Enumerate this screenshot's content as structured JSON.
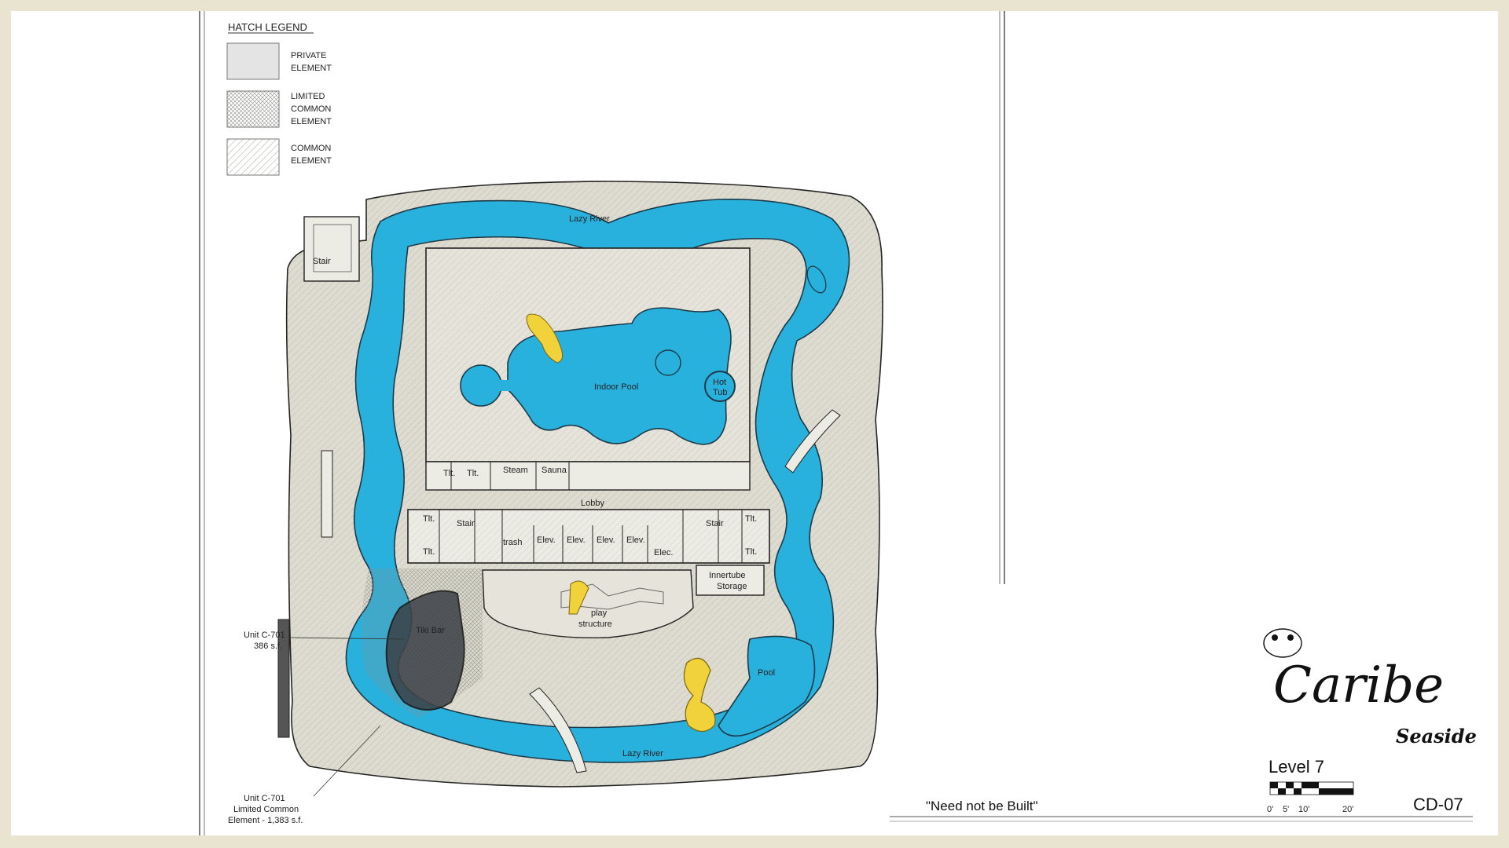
{
  "legend": {
    "title": "HATCH LEGEND",
    "items": [
      {
        "line1": "PRIVATE",
        "line2": "ELEMENT",
        "line3": ""
      },
      {
        "line1": "LIMITED",
        "line2": "COMMON",
        "line3": "ELEMENT"
      },
      {
        "line1": "COMMON",
        "line2": "ELEMENT",
        "line3": ""
      }
    ]
  },
  "plan": {
    "labels": {
      "lazy_river_top": "Lazy River",
      "lazy_river_bottom": "Lazy River",
      "stair_nw": "Stair",
      "indoor_pool": "Indoor Pool",
      "hot_tub_1": "Hot",
      "hot_tub_2": "Tub",
      "tlt_a": "Tlt.",
      "tlt_b": "Tlt.",
      "steam": "Steam",
      "sauna": "Sauna",
      "lobby": "Lobby",
      "tlt_c": "Tlt.",
      "tlt_d": "Tlt.",
      "stair_w": "Stair",
      "trash": "trash",
      "elev_1": "Elev.",
      "elev_2": "Elev.",
      "elev_3": "Elev.",
      "elev_4": "Elev.",
      "elec": "Elec.",
      "stair_e": "Stair",
      "tlt_e": "Tlt.",
      "tlt_f": "Tlt.",
      "innertube_1": "Innertube",
      "innertube_2": "Storage",
      "play_1": "play",
      "play_2": "structure",
      "tiki_bar": "Tiki Bar",
      "pool": "Pool"
    },
    "callouts": {
      "unit_line1": "Unit C-701",
      "unit_line2": "386 s.f.",
      "lce_line1": "Unit C-701",
      "lce_line2": "Limited Common",
      "lce_line3": "Element - 1,383 s.f."
    }
  },
  "title_block": {
    "logo_main": "Caribe",
    "logo_sub": "Seaside",
    "level": "Level 7",
    "scale_labels": [
      "0'",
      "5'",
      "10'",
      "20'"
    ],
    "sheet_number": "CD-07",
    "note": "\"Need not be Built\""
  },
  "colors": {
    "water": "#29b1dd",
    "deck": "#dedcd0",
    "slide": "#f2d23a",
    "private": "#3b4046",
    "border": "#e8e4cf"
  }
}
